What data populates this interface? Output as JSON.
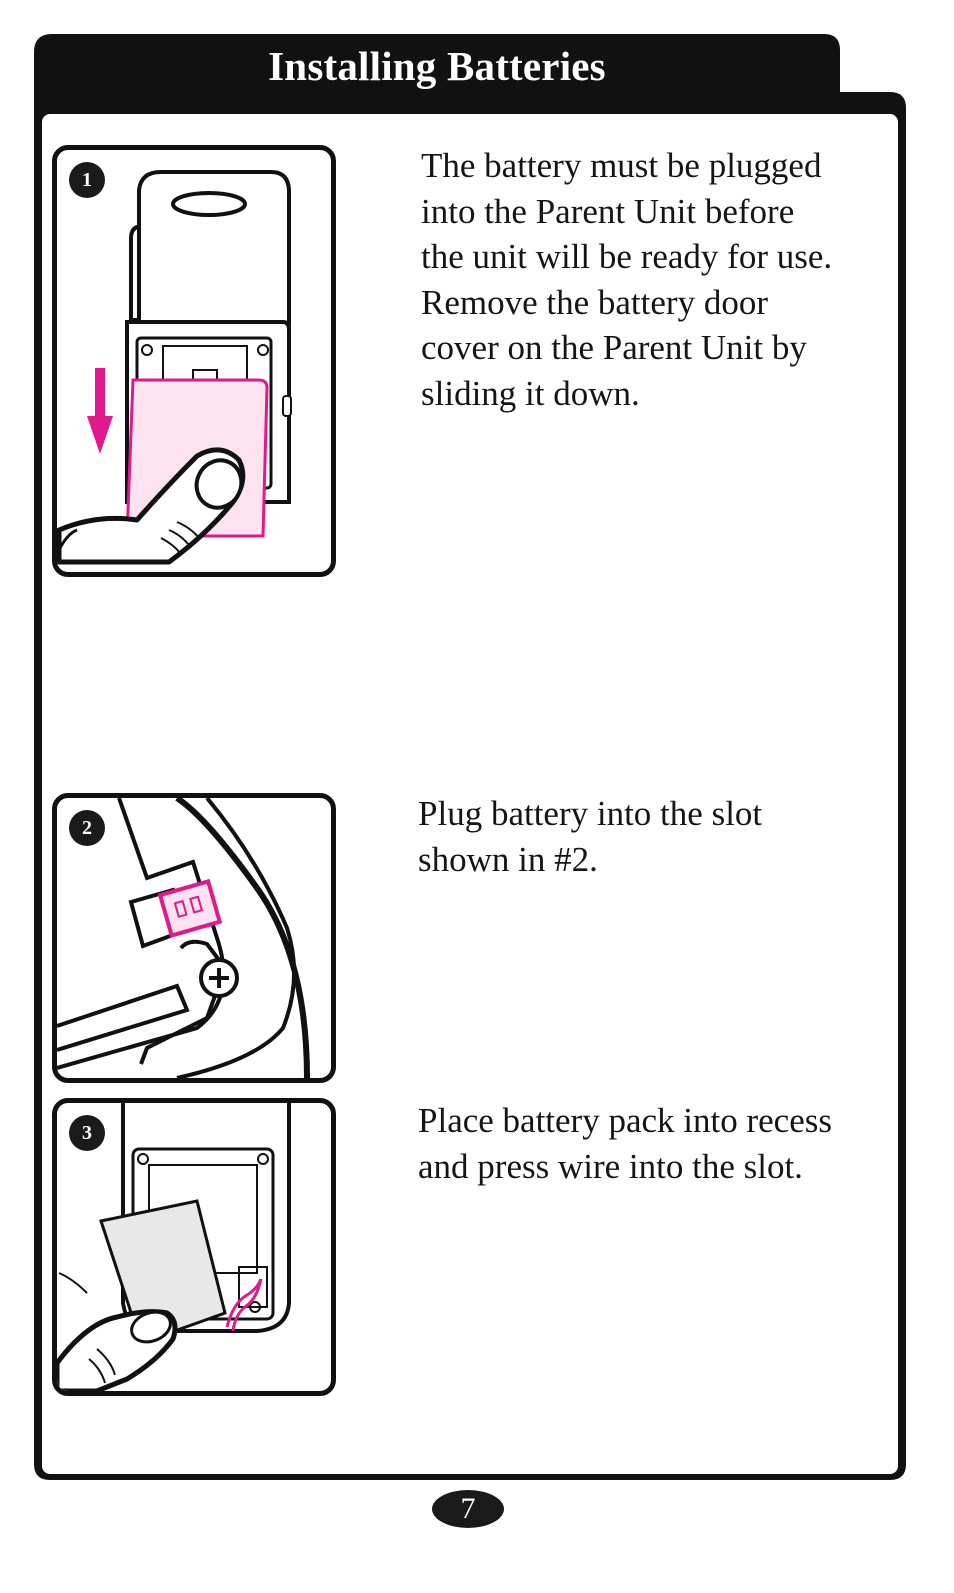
{
  "header": {
    "title": "Installing Batteries"
  },
  "steps": [
    {
      "number": "1",
      "lines": [
        "The battery must be plugged",
        "into the Parent Unit before",
        "the unit will be ready for use.",
        "Remove the battery door",
        "cover on the Parent Unit by",
        "sliding it down."
      ]
    },
    {
      "number": "2",
      "lines": [
        "Plug battery into the slot",
        "shown in #2."
      ]
    },
    {
      "number": "3",
      "lines": [
        "Place battery pack into recess",
        "and press wire into the slot."
      ]
    }
  ],
  "footer": {
    "page_number": "7"
  },
  "colors": {
    "frame": "#111111",
    "accent": "#e0198c",
    "accent_fill": "#fde3f0"
  }
}
